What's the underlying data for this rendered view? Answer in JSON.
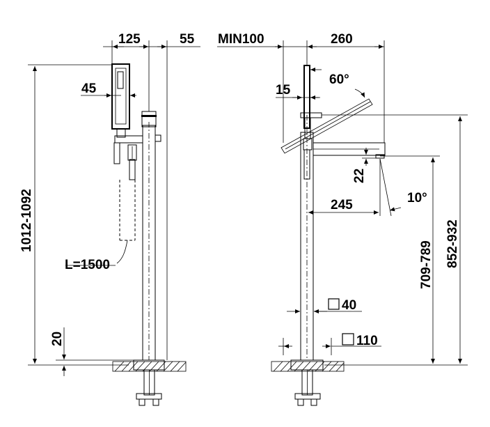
{
  "left_view": {
    "dim_width": "125",
    "dim_offset": "55",
    "dim_handshower": "45",
    "dim_height": "1012-1092",
    "dim_floor": "20",
    "hose_length": "L=1500"
  },
  "right_view": {
    "dim_min": "MIN100",
    "dim_reach": "260",
    "dim_angle_top": "60°",
    "dim_15": "15",
    "dim_22": "22",
    "dim_245": "245",
    "dim_angle_spout": "10°",
    "dim_709": "709-789",
    "dim_852": "852-932",
    "dim_square_pipe": "40",
    "dim_square_base": "110"
  }
}
